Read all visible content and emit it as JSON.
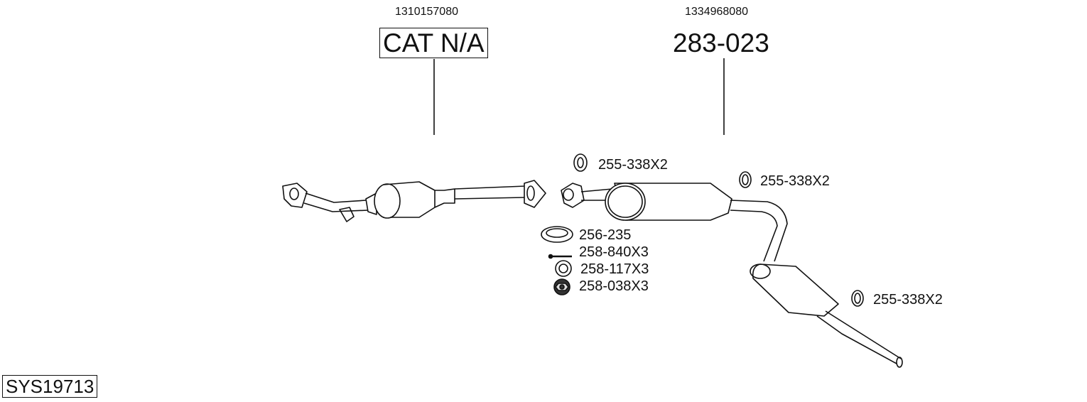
{
  "assemblies": [
    {
      "oe_number": "1310157080",
      "part_label": "CAT N/A",
      "boxed": true
    },
    {
      "oe_number": "1334968080",
      "part_label": "283-023",
      "boxed": false
    }
  ],
  "accessories": [
    {
      "label": "255-338X2",
      "icon": "rubber-hanger-icon"
    },
    {
      "label": "255-338X2",
      "icon": "rubber-hanger-icon"
    },
    {
      "label": "256-235",
      "icon": "gasket-ring-icon"
    },
    {
      "label": "258-840X3",
      "icon": "bolt-icon"
    },
    {
      "label": "258-117X3",
      "icon": "washer-icon"
    },
    {
      "label": "258-038X3",
      "icon": "nut-icon"
    },
    {
      "label": "255-338X2",
      "icon": "rubber-hanger-icon"
    }
  ],
  "system_id": "SYS19713",
  "colors": {
    "ink": "#111111",
    "background": "#ffffff"
  }
}
